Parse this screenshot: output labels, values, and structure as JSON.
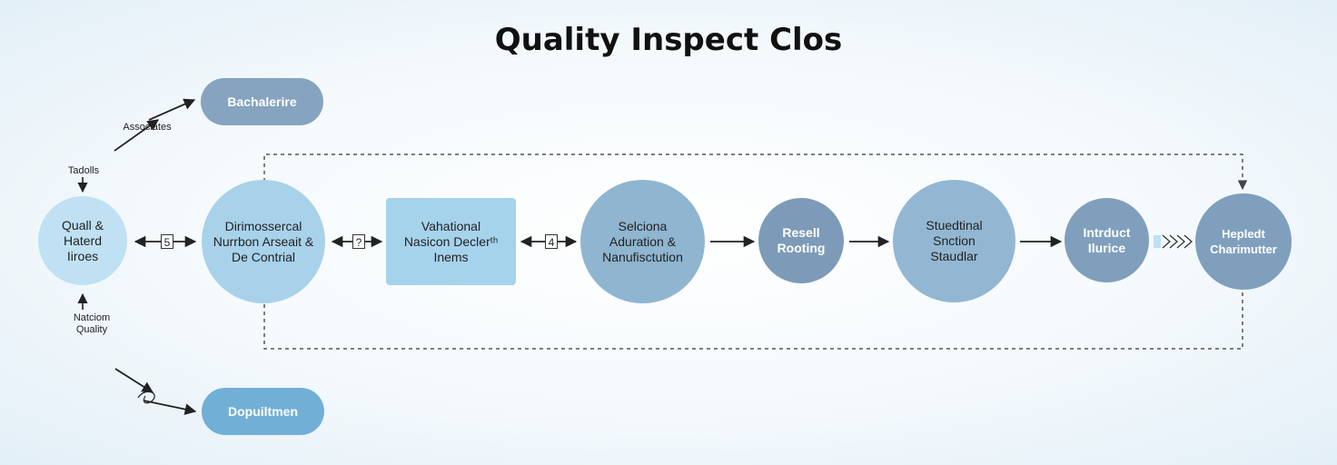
{
  "title": "Quality Inspect Clos",
  "pills": {
    "top": "Bachalerire",
    "bottom": "Dopuiltmen"
  },
  "labels": {
    "associates": "Associates",
    "tadolls": "Tadolls",
    "nation_quality": "Natciom\nQuality"
  },
  "nodes": {
    "start": "Quall &\nHaterd\nIiroes",
    "diagnosis": "Dirimossercal\nNurrbon Arseait &\nDe Contrial",
    "validation": "Vahational\nNasicon Declerᵗʰ\nInems",
    "selection": "Selciona\nAduration &\nNanufisctution",
    "result": "Resell\nRooting",
    "studential": "Stuedtinal\nSnction\nStaudlar",
    "introduct": "Intrduct\nIlurice",
    "final": "Hepledt\nCharimutter"
  },
  "badges": {
    "b1": "5",
    "b2": "?",
    "b3": "4"
  },
  "colors": {
    "light_blue": "#a8d2ea",
    "mid_blue": "#8fb5d0",
    "steel_blue": "#7d9bb8",
    "pill_gray": "#86a3bf",
    "pill_blue": "#72afd6",
    "arrow": "#222222",
    "dashed": "#555555"
  }
}
